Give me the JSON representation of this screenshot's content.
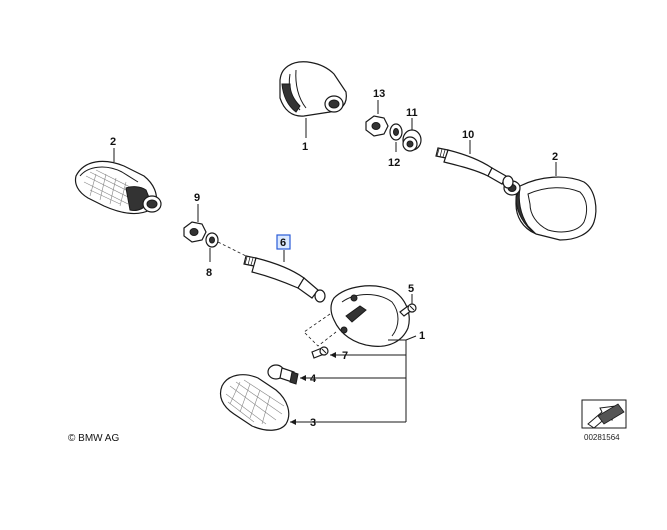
{
  "labels": {
    "l1a": "1",
    "l1b": "1",
    "l2a": "2",
    "l2b": "2",
    "l3": "3",
    "l4": "4",
    "l5": "5",
    "l6": "6",
    "l7": "7",
    "l8": "8",
    "l9": "9",
    "l10": "10",
    "l11": "11",
    "l12": "12",
    "l13": "13"
  },
  "footer": {
    "copyright": "© BMW AG",
    "document_number": "00281564"
  },
  "colors": {
    "highlight_fill": "#dbe9ff",
    "highlight_stroke": "#2a5bd7"
  }
}
